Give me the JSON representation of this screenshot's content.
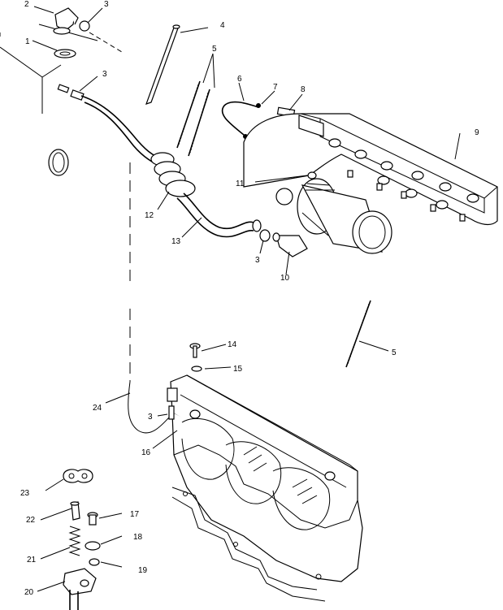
{
  "labels": [
    {
      "id": "callout-2",
      "text": "2"
    },
    {
      "id": "callout-3a",
      "text": "3"
    },
    {
      "id": "callout-1",
      "text": "1"
    },
    {
      "id": "callout-3b",
      "text": "3"
    },
    {
      "id": "callout-4",
      "text": "4"
    },
    {
      "id": "callout-5a",
      "text": "5"
    },
    {
      "id": "callout-6",
      "text": "6"
    },
    {
      "id": "callout-7",
      "text": "7"
    },
    {
      "id": "callout-8",
      "text": "8"
    },
    {
      "id": "callout-9",
      "text": "9"
    },
    {
      "id": "callout-11",
      "text": "11"
    },
    {
      "id": "callout-12",
      "text": "12"
    },
    {
      "id": "callout-13",
      "text": "13"
    },
    {
      "id": "callout-3c",
      "text": "3"
    },
    {
      "id": "callout-10",
      "text": "10"
    },
    {
      "id": "callout-14",
      "text": "14"
    },
    {
      "id": "callout-15",
      "text": "15"
    },
    {
      "id": "callout-5b",
      "text": "5"
    },
    {
      "id": "callout-24",
      "text": "24"
    },
    {
      "id": "callout-3d",
      "text": "3"
    },
    {
      "id": "callout-16",
      "text": "16"
    },
    {
      "id": "callout-23",
      "text": "23"
    },
    {
      "id": "callout-22",
      "text": "22"
    },
    {
      "id": "callout-17",
      "text": "17"
    },
    {
      "id": "callout-18",
      "text": "18"
    },
    {
      "id": "callout-21",
      "text": "21"
    },
    {
      "id": "callout-19",
      "text": "19"
    },
    {
      "id": "callout-20",
      "text": "20"
    }
  ]
}
